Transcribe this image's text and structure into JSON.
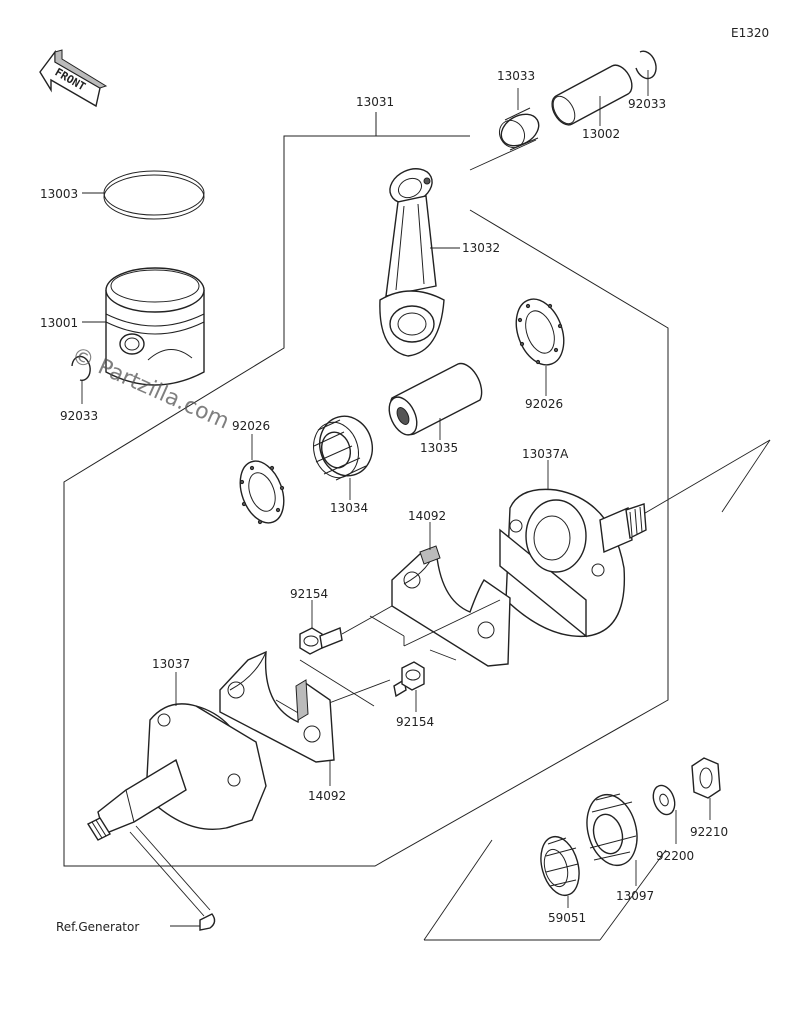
{
  "diagram_code": "E1320",
  "front_badge": "FRONT",
  "watermark": "© Partzilla.com",
  "ref_note": "Ref.Generator",
  "labels": {
    "p13031": "13031",
    "p13033": "13033",
    "p13002": "13002",
    "p92033_top": "92033",
    "p13003": "13003",
    "p13032": "13032",
    "p13001": "13001",
    "p92033_left": "92033",
    "p92026_right": "92026",
    "p92026_left": "92026",
    "p13035": "13035",
    "p13037A": "13037A",
    "p13034": "13034",
    "p14092_top": "14092",
    "p92154_top": "92154",
    "p13037": "13037",
    "p92154_bottom": "92154",
    "p14092_bottom": "14092",
    "p92210": "92210",
    "p92200": "92200",
    "p13097": "13097",
    "p59051": "59051"
  }
}
